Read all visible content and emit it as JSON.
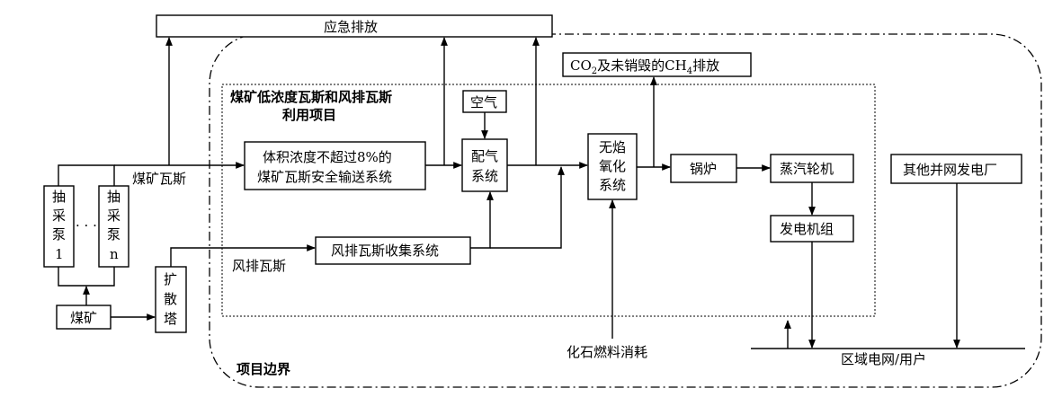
{
  "labels": {
    "emergency": "应急排放",
    "co2_pre": "CO",
    "co2_sub": "2",
    "co2_mid": "及未销毁的CH",
    "co2_sub2": "4",
    "co2_post": "排放",
    "project_title_1": "煤矿低浓度瓦斯和风排瓦斯",
    "project_title_2": "利用项目",
    "air": "空气",
    "safe_transport_1": "体积浓度不超过8%的",
    "safe_transport_2": "煤矿瓦斯安全输送系统",
    "mixing_1": "配气",
    "mixing_2": "系统",
    "oxidation_1": "无焰",
    "oxidation_2": "氧化",
    "oxidation_3": "系统",
    "boiler": "锅炉",
    "turbine": "蒸汽轮机",
    "generator": "发电机组",
    "other_plants": "其他并网发电厂",
    "pump_1_a": "抽",
    "pump_1_b": "采",
    "pump_1_c": "泵",
    "pump_1_d": "1",
    "pump_dots": "· · ·",
    "pump_n_a": "抽",
    "pump_n_b": "采",
    "pump_n_c": "泵",
    "pump_n_d": "n",
    "coal_mine_gas": "煤矿瓦斯",
    "vent_collection": "风排瓦斯收集系统",
    "vent_gas": "风排瓦斯",
    "coal_mine": "煤矿",
    "diffuser_a": "扩",
    "diffuser_b": "散",
    "diffuser_c": "塔",
    "fossil_fuel": "化石燃料消耗",
    "grid": "区域电网/用户",
    "project_boundary": "项目边界"
  }
}
